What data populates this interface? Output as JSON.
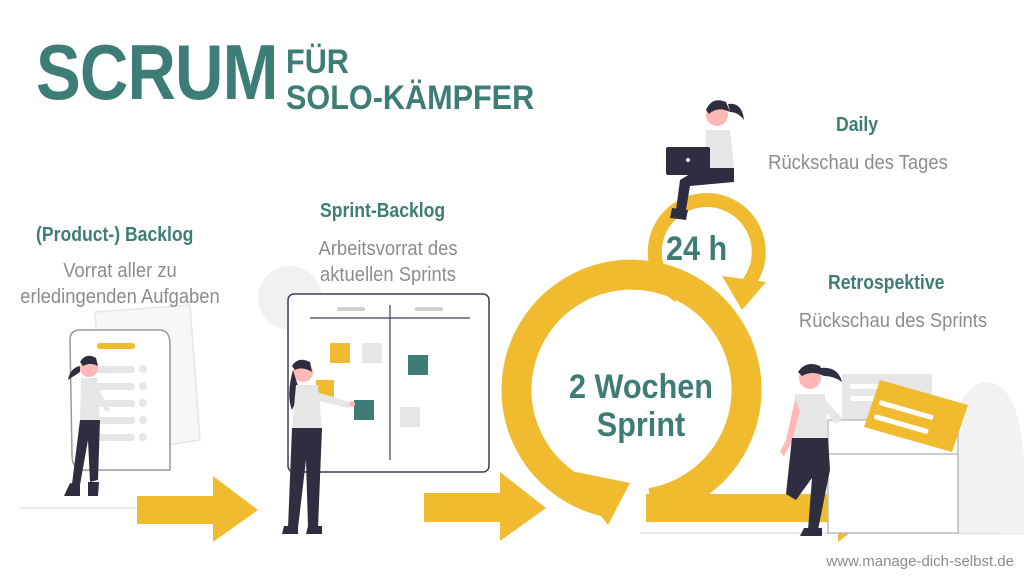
{
  "title": {
    "main": "SCRUM",
    "sub_line1": "FÜR",
    "sub_line2": "SOLO-KÄMPFER"
  },
  "stages": {
    "product_backlog": {
      "heading": "(Product-) Backlog",
      "desc_line1": "Vorrat aller zu",
      "desc_line2": "erledingenden Aufgaben"
    },
    "sprint_backlog": {
      "heading": "Sprint-Backlog",
      "desc_line1": "Arbeitsvorrat des",
      "desc_line2": "aktuellen Sprints"
    },
    "daily": {
      "heading": "Daily",
      "desc": "Rückschau des Tages",
      "cycle_label": "24 h"
    },
    "sprint": {
      "line1": "2 Wochen",
      "line2": "Sprint"
    },
    "retrospektive": {
      "heading": "Retrospektive",
      "desc": "Rückschau des Sprints"
    }
  },
  "footer": "www.manage-dich-selbst.de",
  "colors": {
    "teal": "#3e7d75",
    "yellow": "#f0bb2e",
    "grey_text": "#8c8c8c",
    "dark": "#2f2e41"
  }
}
